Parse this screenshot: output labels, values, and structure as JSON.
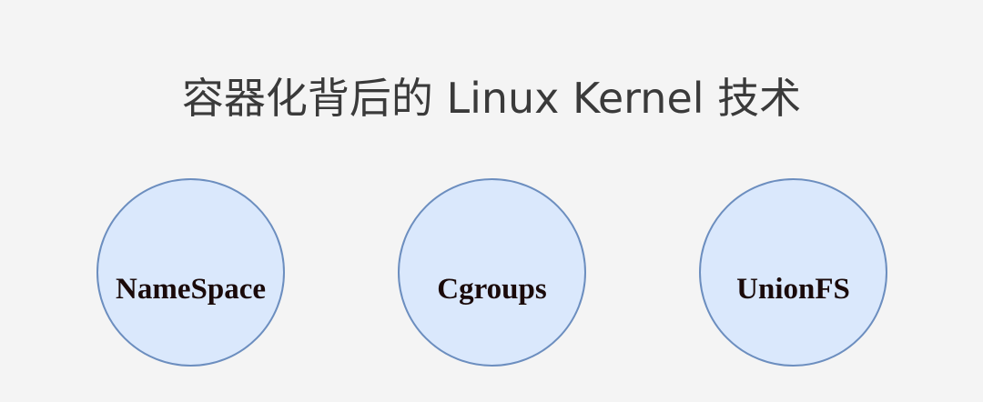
{
  "title": "容器化背后的 Linux Kernel 技术",
  "colors": {
    "background": "#f4f4f4",
    "circle_fill": "#dae8fc",
    "circle_stroke": "#6c8ebf",
    "title_text": "#3a3a3a",
    "label_text": "#1a0a0a"
  },
  "nodes": [
    {
      "label": "NameSpace"
    },
    {
      "label": "Cgroups"
    },
    {
      "label": "UnionFS"
    }
  ]
}
